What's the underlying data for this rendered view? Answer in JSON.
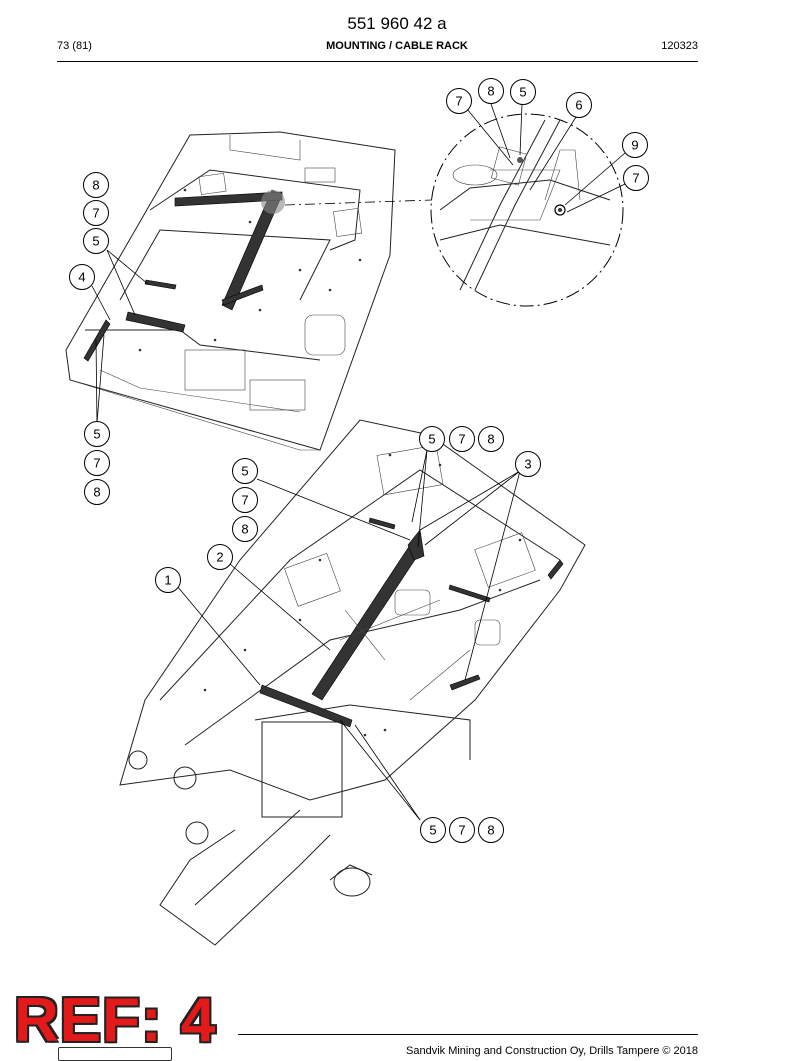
{
  "header": {
    "document_number": "551 960 42 a",
    "page_count": "73 (81)",
    "section_title": "MOUNTING / CABLE RACK",
    "date_code": "120323"
  },
  "callouts": {
    "detail_top": [
      "8",
      "5",
      "7",
      "6",
      "9",
      "7"
    ],
    "upper_left": [
      "8",
      "7",
      "5",
      "4",
      "5",
      "7",
      "8"
    ],
    "lower_center_top": [
      "5",
      "7",
      "8",
      "3"
    ],
    "lower_left": [
      "5",
      "7",
      "8",
      "2",
      "1"
    ],
    "lower_bottom": [
      "5",
      "7",
      "8"
    ]
  },
  "stamp": {
    "text": "REF: 4",
    "color": "#e21a1a"
  },
  "footer": {
    "copyright": "Sandvik Mining and Construction Oy, Drills Tampere © 2018"
  },
  "icons": {
    "logo": "sandvik-logo-icon"
  }
}
